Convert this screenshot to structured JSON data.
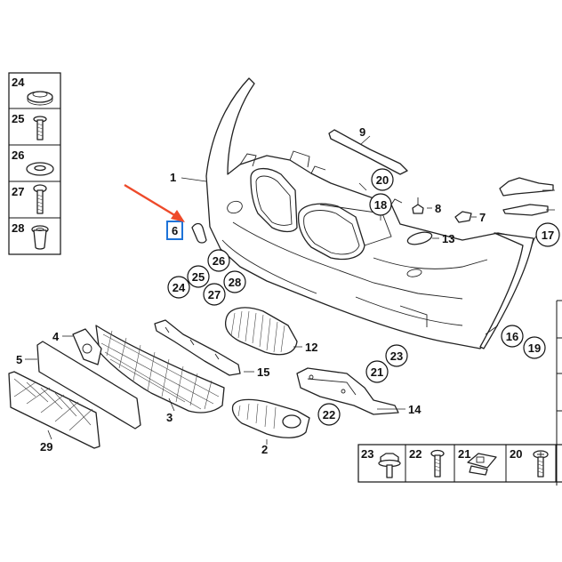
{
  "legend_left": {
    "cells": [
      "24",
      "25",
      "26",
      "27",
      "28"
    ]
  },
  "legend_bottom": {
    "cells": [
      "23",
      "22",
      "21",
      "20"
    ]
  },
  "callouts_plain": {
    "c1": "1",
    "c2": "2",
    "c3": "3",
    "c4": "4",
    "c5": "5",
    "c6": "6",
    "c7": "7",
    "c8": "8",
    "c9": "9",
    "c12": "12",
    "c13": "13",
    "c14": "14",
    "c15": "15",
    "c29": "29"
  },
  "callouts_circled": {
    "r16": "16",
    "r17": "17",
    "r18": "18",
    "r19": "19",
    "r20": "20",
    "r21": "21",
    "r22": "22",
    "r23": "23",
    "r24": "24",
    "r25": "25",
    "r26": "26",
    "r27": "27",
    "r28": "28"
  },
  "highlight": {
    "label": "6",
    "box_color": "#1e73d8",
    "arrow_color": "#ee4a2a"
  }
}
